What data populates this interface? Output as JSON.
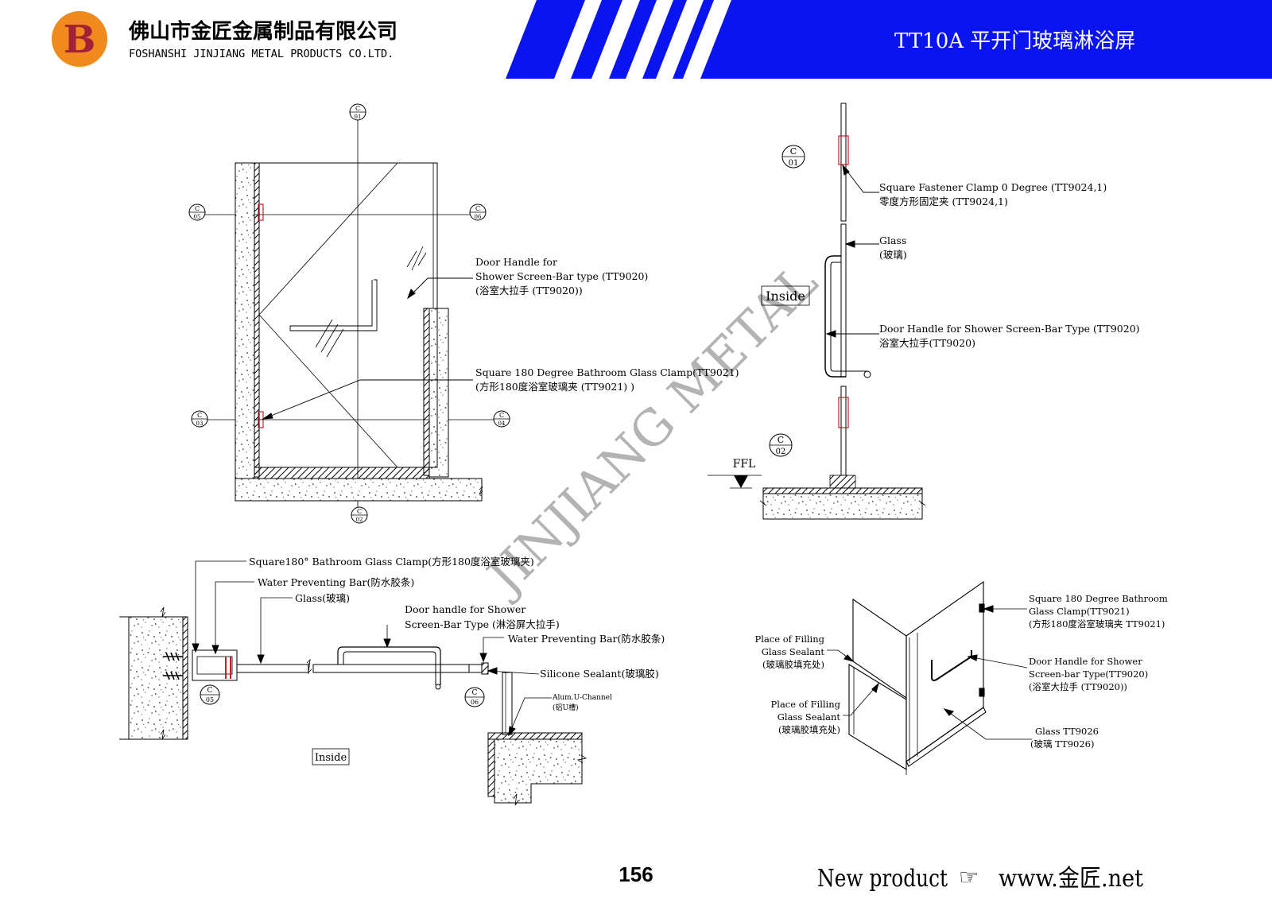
{
  "header": {
    "company_cn": "佛山市金匠金属制品有限公司",
    "company_en": "FOSHANSHI JINJIANG METAL PRODUCTS CO.LTD.",
    "title": "TT10A 平开门玻璃淋浴屏",
    "logo_glyph": "B",
    "colors": {
      "band": "#0a14f0",
      "logo_outer": "#f08a1c",
      "logo_inner": "#a3203a"
    }
  },
  "watermark": "JINJIANG METAL",
  "section_marks": {
    "c01_top": {
      "letter": "C",
      "number": "01"
    },
    "c05_left": {
      "letter": "C",
      "number": "05"
    },
    "c06_right": {
      "letter": "C",
      "number": "06"
    },
    "c03_left": {
      "letter": "C",
      "number": "03"
    },
    "c04_right": {
      "letter": "C",
      "number": "04"
    },
    "c02_bottom": {
      "letter": "C",
      "number": "02"
    },
    "c01_side": {
      "letter": "C",
      "number": "01"
    },
    "c02_side": {
      "letter": "C",
      "number": "02"
    },
    "c05_plan": {
      "letter": "C",
      "number": "05"
    },
    "c06_plan": {
      "letter": "C",
      "number": "06"
    }
  },
  "elevation": {
    "handle_label_1": "Door Handle for",
    "handle_label_2": "Shower Screen-Bar type (TT9020)",
    "handle_label_3": "(浴室大拉手 (TT9020))",
    "clamp_label_1": "Square 180 Degree Bathroom Glass Clamp(TT9021)",
    "clamp_label_2": "(方形180度浴室玻璃夹 (TT9021) )"
  },
  "section": {
    "fastener_1": "Square Fastener Clamp 0 Degree  (TT9024,1)",
    "fastener_2": "零度方形固定夹  (TT9024,1)",
    "glass_1": "Glass",
    "glass_2": "(玻璃)",
    "inside": "Inside",
    "handle_1": "Door Handle for Shower Screen-Bar Type  (TT9020)",
    "handle_2": "浴室大拉手(TT9020)",
    "ffl": "FFL"
  },
  "plan": {
    "clamp": "Square180° Bathroom Glass Clamp(方形180度浴室玻璃夹)",
    "water_bar_left": "Water Preventing Bar(防水胶条)",
    "glass": "Glass(玻璃)",
    "handle_1": "Door handle for Shower",
    "handle_2": "Screen-Bar Type (淋浴屏大拉手)",
    "water_bar_right": "Water Preventing Bar(防水胶条)",
    "silicone": "Silicone Sealant(玻璃胶)",
    "channel_1": "Alum.U-Channel",
    "channel_2": "(铝U槽)",
    "inside": "Inside"
  },
  "iso": {
    "filling_top_1": "Place of Filling",
    "filling_top_2": "Glass Sealant",
    "filling_top_3": "(玻璃胶填充处)",
    "filling_bot_1": "Place of Filling",
    "filling_bot_2": "Glass Sealant",
    "filling_bot_3": "(玻璃胶填充处)",
    "clamp_1": "Square 180 Degree Bathroom",
    "clamp_2": "Glass Clamp(TT9021)",
    "clamp_3": "(方形180度浴室玻璃夹 TT9021)",
    "handle_1": "Door Handle for Shower",
    "handle_2": "Screen-bar Type(TT9020)",
    "handle_3": "(浴室大拉手 (TT9020))",
    "glass_1": "Glass TT9026",
    "glass_2": "(玻璃 TT9026)"
  },
  "footer": {
    "page_number": "156",
    "new_product": "New product",
    "hand_glyph": "☞",
    "website": "www.金匠.net"
  }
}
